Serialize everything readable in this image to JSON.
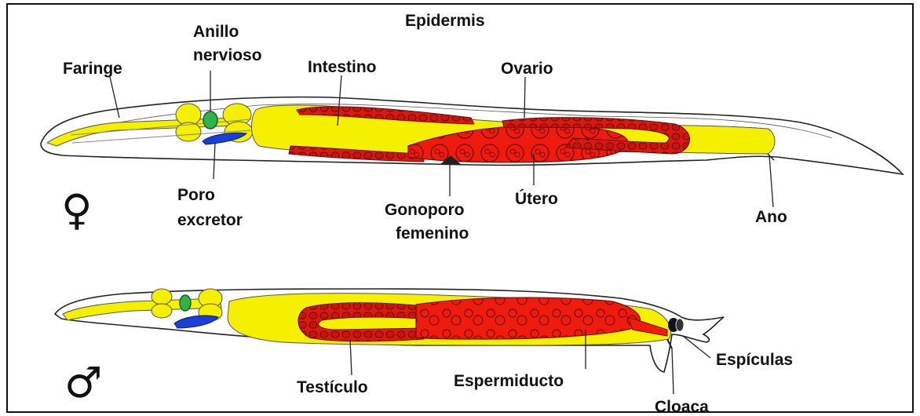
{
  "female": {
    "symbol": "♀",
    "labels": {
      "epidermis": "Epidermis",
      "anillo_1": "Anillo",
      "anillo_2": "nervioso",
      "faringe": "Faringe",
      "intestino": "Intestino",
      "ovario": "Ovario",
      "poro_1": "Poro",
      "poro_2": "excretor",
      "gonoporo_1": "Gonoporo",
      "gonoporo_2": "femenino",
      "utero": "Útero",
      "ano": "Ano"
    }
  },
  "male": {
    "symbol": "♂",
    "labels": {
      "testiculo": "Testículo",
      "espermiducto": "Espermiducto",
      "espiculas": "Espículas",
      "cloaca": "Cloaca"
    }
  },
  "colors": {
    "yellow": "#f4f000",
    "red": "#ee1c0c",
    "dark_red": "#8c1010",
    "green": "#2fb34a",
    "blue": "#1a3fd6",
    "outline": "#222222"
  }
}
